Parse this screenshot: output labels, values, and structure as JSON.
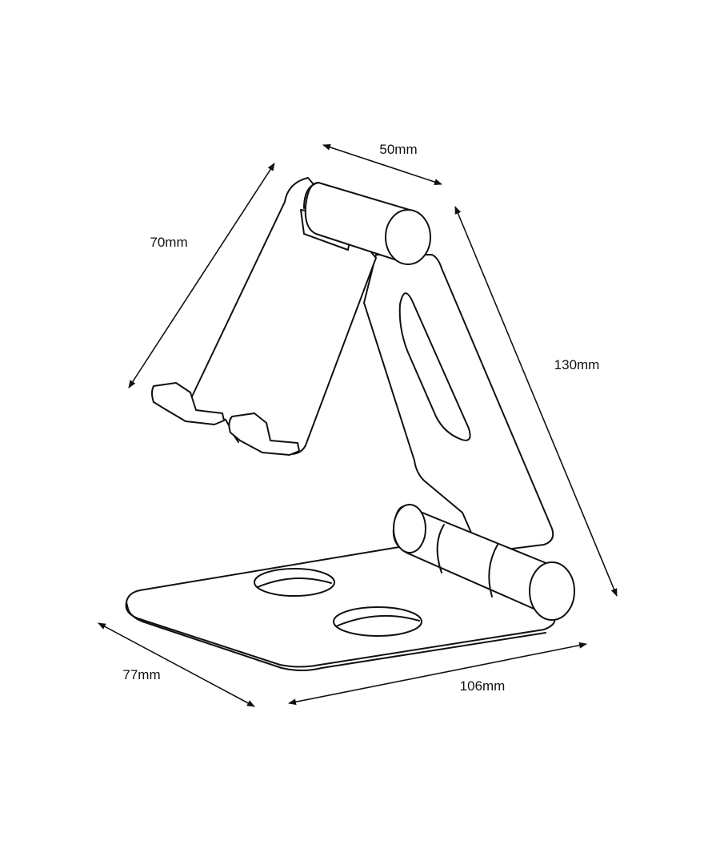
{
  "dimensions": {
    "top_width": "50mm",
    "front_length": "70mm",
    "height": "130mm",
    "depth": "77mm",
    "base_width": "106mm"
  },
  "colors": {
    "line": "#111111",
    "background": "#ffffff"
  }
}
